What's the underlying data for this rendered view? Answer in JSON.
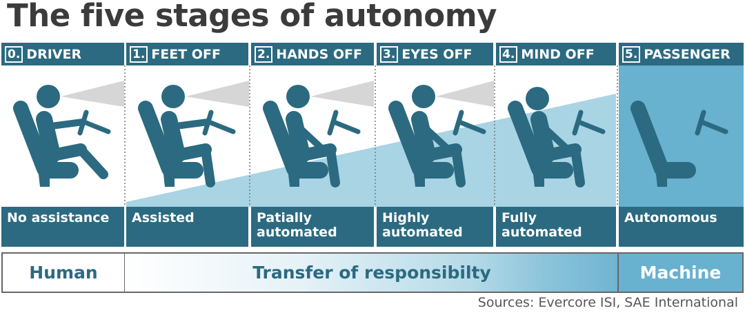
{
  "title": "The five stages of autonomy",
  "stages": [
    {
      "number": "0.",
      "name": "DRIVER",
      "label": "No assistance"
    },
    {
      "number": "1.",
      "name": "FEET OFF",
      "label": "Assisted"
    },
    {
      "number": "2.",
      "name": "HANDS OFF",
      "label": "Patially\nautomated"
    },
    {
      "number": "3.",
      "name": "EYES OFF",
      "label": "Highly\nautomated"
    },
    {
      "number": "4.",
      "name": "MIND OFF",
      "label": "Fully\nautomated"
    },
    {
      "number": "5.",
      "name": "PASSENGER",
      "label": "Autonomous"
    }
  ],
  "bottom": {
    "human": "Human",
    "transfer": "Transfer of responsibilty",
    "machine": "Machine"
  },
  "source": "Sources: Evercore ISI, SAE International",
  "colors": {
    "dark_teal": "#2b6a80",
    "light_blue": "#a9d4e4",
    "machine_blue": "#68b1cf",
    "gaze_gray": "#d6d6d6"
  }
}
